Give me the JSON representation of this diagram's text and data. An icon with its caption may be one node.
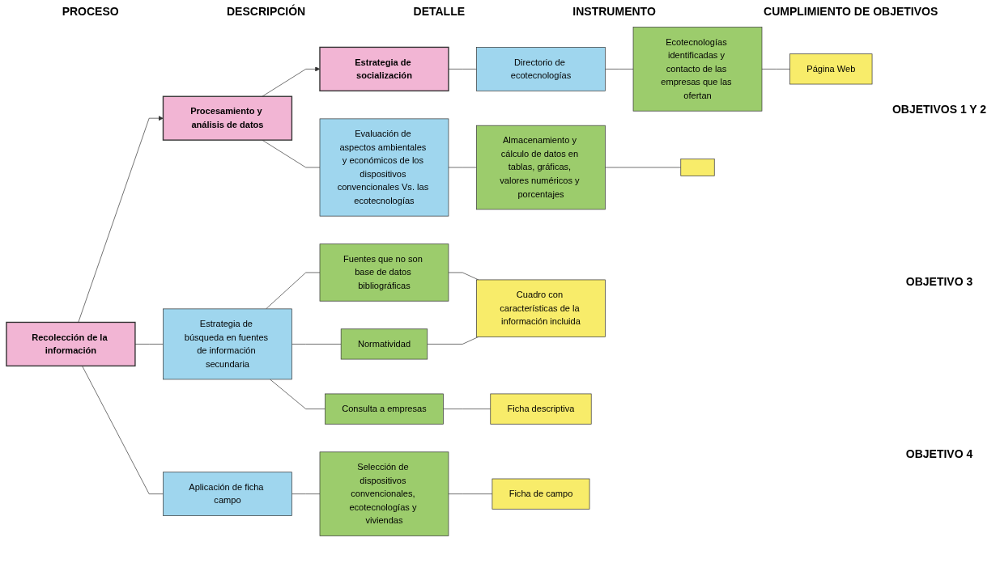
{
  "diagram": {
    "nodes": [
      {
        "text": [
          "Recolección de la información"
        ]
      },
      {
        "text": [
          "Procesamiento y análisis de datos"
        ]
      },
      {
        "text": [
          "Estrategia de socialización"
        ]
      },
      {
        "text": [
          "Estrategia de búsqueda en fuentes de información secundaria"
        ]
      },
      {
        "text": [
          "Aplicación de ficha campo"
        ]
      },
      {
        "text": [
          "Evaluación de aspectos ambientales y económicos de los dispositivos convencionales Vs. las ecotecnologías"
        ]
      },
      {
        "text": [
          "Directorio de ecotecnologías"
        ]
      },
      {
        "text": [
          "Fuentes que no son base de datos bibliográficas"
        ]
      },
      {
        "text": [
          "Normatividad"
        ]
      },
      {
        "text": [
          "Consulta a empresas"
        ]
      },
      {
        "text": [
          "Selección de dispositivos convencionales, ecotecnologías y viviendas"
        ]
      },
      {
        "text": [
          "Almacenamiento y cálculo de datos en tablas, gráficas, valores numéricos y porcentajes"
        ]
      },
      {
        "text": [
          "Ecotecnologías identificadas y contacto de las empresas que las ofertan"
        ]
      },
      {
        "text": [
          "Cuadro con características de la información incluida"
        ]
      },
      {
        "text": [
          "Ficha descriptiva"
        ]
      },
      {
        "text": [
          "Ficha de campo"
        ]
      },
      {
        "text": [],
        "shape": "box"
      },
      {
        "text": [
          "Página Web"
        ]
      }
    ],
    "edges": [
      {
        "from": 0,
        "to": 1,
        "arrow": "to"
      },
      {
        "from": 1,
        "to": 2,
        "arrow": "to"
      },
      {
        "from": 0,
        "to": 3,
        "arrow": "none"
      },
      {
        "from": 0,
        "to": 4,
        "arrow": "none"
      },
      {
        "from": 1,
        "to": 5,
        "arrow": "none"
      },
      {
        "from": 2,
        "to": 6,
        "arrow": "none"
      },
      {
        "from": 3,
        "to": 7,
        "arrow": "none"
      },
      {
        "from": 3,
        "to": 8,
        "arrow": "none"
      },
      {
        "from": 3,
        "to": 9,
        "arrow": "none"
      },
      {
        "from": 4,
        "to": 10,
        "arrow": "none"
      },
      {
        "from": 5,
        "to": 11,
        "arrow": "none"
      },
      {
        "from": 6,
        "to": 12,
        "arrow": "none"
      },
      {
        "from": 7,
        "to": 13,
        "arrow": "none"
      },
      {
        "from": 8,
        "to": 13,
        "arrow": "none"
      },
      {
        "from": 9,
        "to": 14,
        "arrow": "none"
      },
      {
        "from": 10,
        "to": 15,
        "arrow": "none"
      },
      {
        "from": 11,
        "to": 16,
        "arrow": "none"
      },
      {
        "from": 12,
        "to": 17,
        "arrow": "none"
      }
    ],
    "labels": [
      "PROCESO",
      "DESCRIPCIÓN",
      "DETALLE",
      "INSTRUMENTO",
      "CUMPLIMIENTO DE OBJETIVOS",
      "OBJETIVOS 1 Y 2",
      "OBJETIVO 3",
      "OBJETIVO 4"
    ]
  }
}
